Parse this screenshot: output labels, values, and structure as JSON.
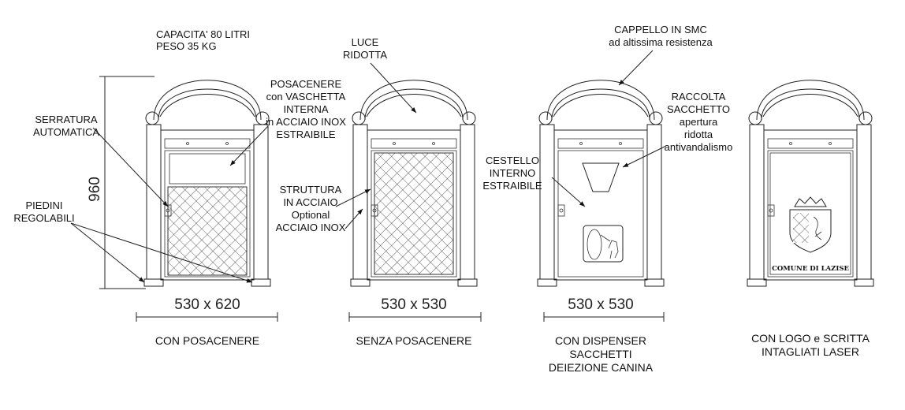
{
  "specs": {
    "capacity": "CAPACITA' 80 LITRI",
    "weight": "PESO 35 KG"
  },
  "height_dim": "960",
  "bins": [
    {
      "caption": [
        "CON POSACENERE"
      ],
      "size": "530  x  620"
    },
    {
      "caption": [
        "SENZA POSACENERE"
      ],
      "size": "530  x  530"
    },
    {
      "caption": [
        "CON DISPENSER",
        "SACCHETTI",
        "DEIEZIONE CANINA"
      ],
      "size": "530  x  530"
    },
    {
      "caption": [
        "CON LOGO e SCRITTA",
        "INTAGLIATI LASER"
      ],
      "logo_text": "COMUNE DI LAZISE"
    }
  ],
  "labels": {
    "serratura": [
      "SERRATURA",
      "AUTOMATICA"
    ],
    "piedini": [
      "PIEDINI",
      "REGOLABILI"
    ],
    "posacenere": [
      "POSACENERE",
      "con VASCHETTA",
      "INTERNA",
      "in ACCIAIO INOX",
      "ESTRAIBILE"
    ],
    "luce": [
      "LUCE",
      "RIDOTTA"
    ],
    "struttura": [
      "STRUTTURA",
      "IN ACCIAIO",
      "Optional",
      "ACCIAIO INOX"
    ],
    "cappello": [
      "CAPPELLO IN SMC",
      "ad altissima resistenza"
    ],
    "raccolta": [
      "RACCOLTA",
      "SACCHETTO",
      "apertura",
      "ridotta",
      "antivandalismo"
    ],
    "cestello": [
      "CESTELLO",
      "INTERNO",
      "ESTRAIBILE"
    ]
  }
}
